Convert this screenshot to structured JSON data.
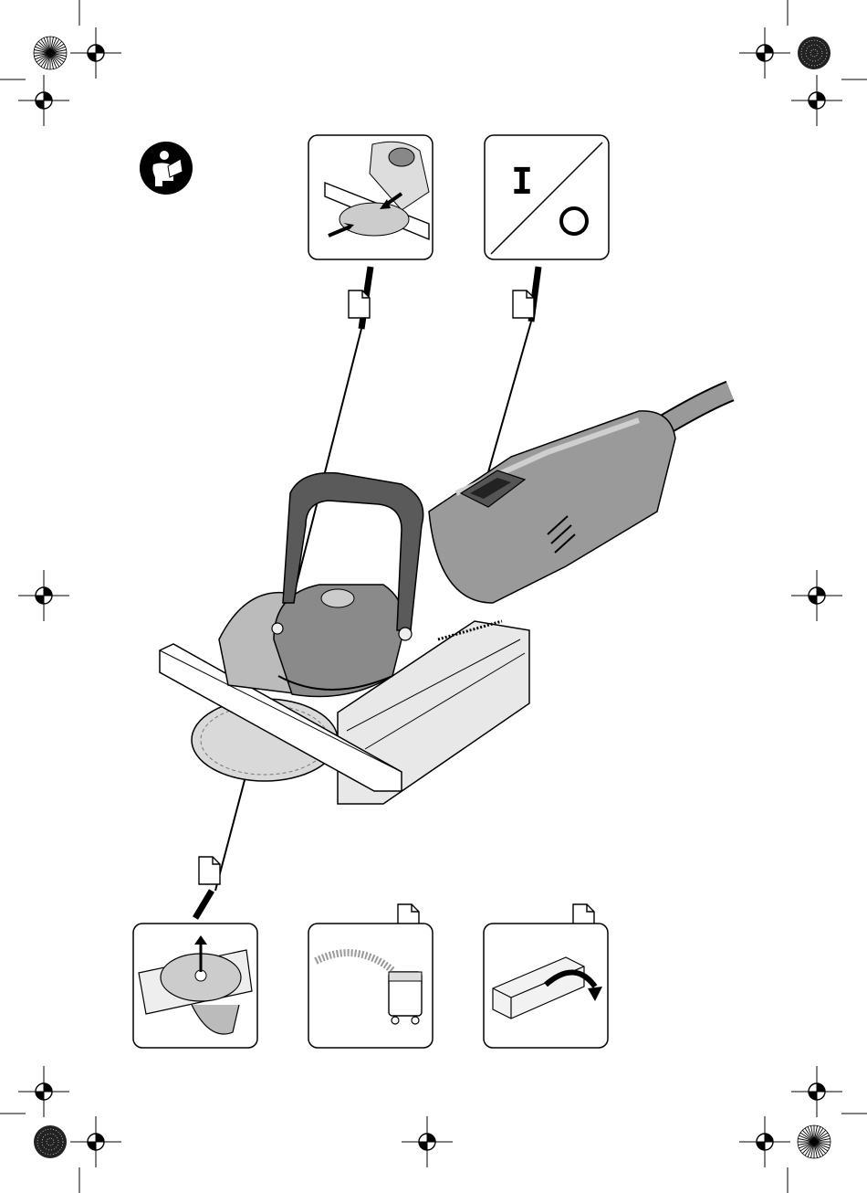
{
  "page": {
    "manual_icon": "read-manual-icon",
    "switch_symbols": {
      "on": "I",
      "off": "O"
    },
    "page_ref_icon": "page-reference-icon",
    "figures": [
      "blade-guard-adjust-figure",
      "on-off-switch-figure",
      "blade-change-figure",
      "dust-extraction-figure",
      "workpiece-guide-figure"
    ],
    "marks": [
      "registration-mark",
      "colour-calibration-wheel"
    ]
  }
}
